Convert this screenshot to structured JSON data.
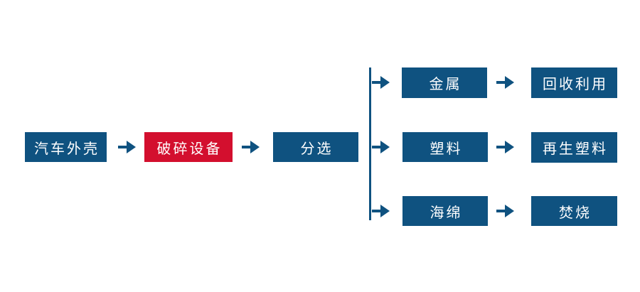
{
  "colors": {
    "primary_blue": "#0F5280",
    "highlight_red": "#D30F2E",
    "box_text": "#FFFFFF",
    "background": "#FFFFFF"
  },
  "flowchart": {
    "main_flow": [
      {
        "label": "汽车外壳",
        "style": "blue"
      },
      {
        "label": "破碎设备",
        "style": "red"
      },
      {
        "label": "分选",
        "style": "blue"
      }
    ],
    "branches": [
      {
        "source": "金属",
        "target": "回收利用"
      },
      {
        "source": "塑料",
        "target": "再生塑料"
      },
      {
        "source": "海绵",
        "target": "焚烧"
      }
    ],
    "arrow_glyph": "→"
  }
}
